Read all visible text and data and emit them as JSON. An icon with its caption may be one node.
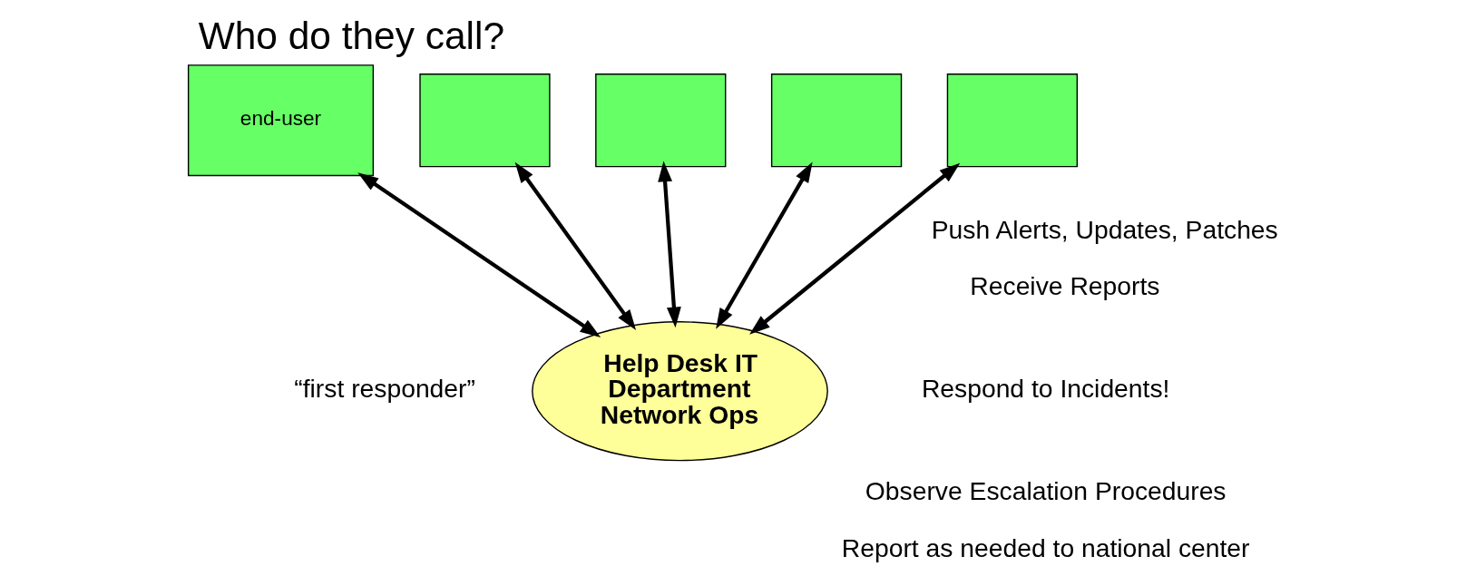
{
  "diagram": {
    "title": "Who do they call?",
    "nodes": [
      {
        "text": [
          "end-user"
        ]
      },
      {
        "text": [],
        "shape": "box"
      },
      {
        "text": [],
        "shape": "box"
      },
      {
        "text": [],
        "shape": "box"
      },
      {
        "text": [],
        "shape": "box"
      },
      {
        "text": [
          "Help Desk IT Department Network Ops"
        ]
      }
    ],
    "edges": [
      {
        "from": 0,
        "to": 5,
        "arrow": "both"
      },
      {
        "from": 1,
        "to": 5,
        "arrow": "both"
      },
      {
        "from": 2,
        "to": 5,
        "arrow": "both"
      },
      {
        "from": 3,
        "to": 5,
        "arrow": "both"
      },
      {
        "from": 4,
        "to": 5,
        "arrow": "both"
      }
    ],
    "labels": [
      "“first responder”",
      "Push Alerts, Updates, Patches",
      "Receive Reports",
      "Respond to Incidents!",
      "Observe Escalation Procedures",
      "Report as needed to national center"
    ]
  }
}
